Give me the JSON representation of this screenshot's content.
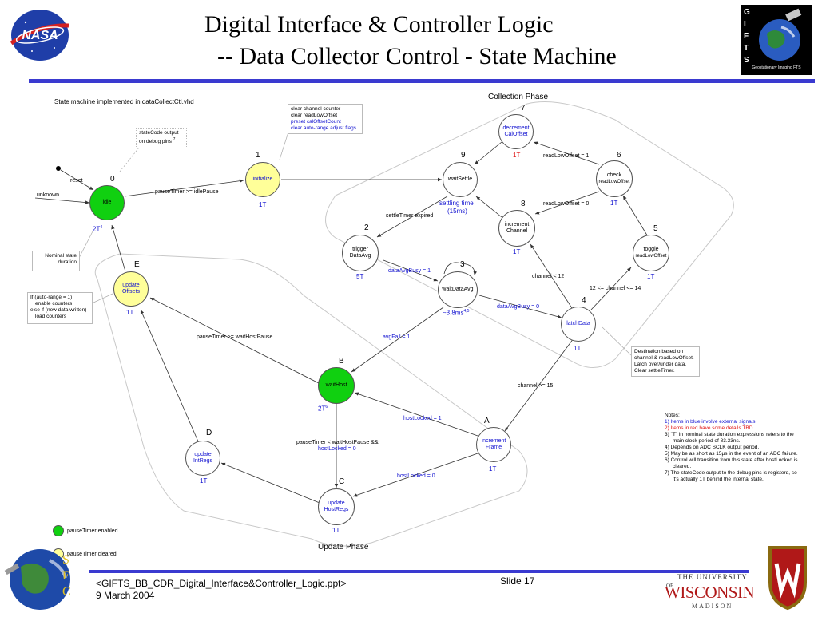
{
  "header": {
    "title_line1": "Digital Interface & Controller Logic",
    "title_line2": "-- Data Collector Control - State Machine",
    "left_logo_text": "NASA",
    "right_logo_text": "G I F T S",
    "right_logo_caption": "Geostationary Imaging FTS"
  },
  "diagram": {
    "implemented_note": "State machine implemented in dataCollectCtl.vhd",
    "collection_phase": "Collection Phase",
    "update_phase": "Update Phase",
    "states": {
      "idle": {
        "id": "0",
        "name": "idle",
        "dur": "2T",
        "dur_sup": "4"
      },
      "initialize": {
        "id": "1",
        "name": "initialize",
        "dur": "1T"
      },
      "waitSettle": {
        "id": "9",
        "name": "waitSettle",
        "dur_a": "settling time",
        "dur_b": "(15ms)"
      },
      "decrementCal": {
        "id": "7",
        "name_a": "decrement",
        "name_b": "CalOffset",
        "dur": "1T"
      },
      "checkRead": {
        "id": "6",
        "name_a": "check",
        "name_b": "readLowOffset",
        "dur": "1T"
      },
      "incrementChan": {
        "id": "8",
        "name_a": "increment",
        "name_b": "Channel",
        "dur": "1T"
      },
      "trigger": {
        "id": "2",
        "name_a": "trigger",
        "name_b": "DataAvg",
        "dur": "5T"
      },
      "waitDataAvg": {
        "id": "3",
        "name": "waitDataAvg",
        "dur": "~3.8ms",
        "dur_sup": "4,5"
      },
      "toggle": {
        "id": "5",
        "name_a": "toggle",
        "name_b": "readLowOffset",
        "dur": "1T"
      },
      "latchData": {
        "id": "4",
        "name": "latchData",
        "dur": "1T"
      },
      "updateOffsets": {
        "id": "E",
        "name_a": "update",
        "name_b": "Offsets",
        "dur": "1T"
      },
      "waitHost": {
        "id": "B",
        "name": "waitHost",
        "dur": "2T",
        "dur_sup": "6"
      },
      "incrementFrame": {
        "id": "A",
        "name_a": "increment",
        "name_b": "Frame",
        "dur": "1T"
      },
      "updateIntRegs": {
        "id": "D",
        "name_a": "update",
        "name_b": "IntRegs",
        "dur": "1T"
      },
      "updateHostRegs": {
        "id": "C",
        "name_a": "update",
        "name_b": "HostRegs",
        "dur": "1T"
      }
    },
    "transitions": {
      "reset": "reset",
      "unknown": "unknown",
      "idle_to_init": "pauseTimer >= idlePause",
      "settle_expired": "settleTimer expired",
      "busy1": "dataAvgBusy = 1",
      "busy0": "dataAvgBusy = 0",
      "read1": "readLowOffset = 1",
      "read0": "readLowOffset = 0",
      "chan_lt12": "channel < 12",
      "chan_12_14": "12 <= channel <= 14",
      "chan_ge15": "channel >= 15",
      "avg_fail": "avgFail = 1",
      "pause_waithost": "pauseTimer >= waitHostPause",
      "hostlocked1": "hostLocked = 1",
      "hostlocked0": "hostLocked = 0",
      "pause_lt_a": "pauseTimer < waitHostPause &&",
      "pause_lt_b": "hostLocked = 0"
    },
    "notes": {
      "init_actions": [
        "clear channel counter",
        "clear readLowOffset",
        "preset calOffsetCount",
        "clear auto-range adjust flags"
      ],
      "statecode": [
        "stateCode output",
        "on debug pins"
      ],
      "statecode_sup": "7",
      "nominal": [
        "Nominal state",
        "duration"
      ],
      "autorange": [
        "If (auto-range = 1)",
        "   enable counters",
        "else if (new data written)",
        "   load counters"
      ],
      "destination": [
        "Destination based on",
        "channel & readLowOffset.",
        "Latch over/under data.",
        "Clear settleTimer."
      ]
    },
    "footnotes": {
      "title": "Notes:",
      "n1": "1) Items in blue involve external signals.",
      "n2": "2) Items in red have some details TBD.",
      "n3a": "3) \"T\" in nominal state duration expressions refers to the",
      "n3b": "main clock period of 83.33ns.",
      "n4": "4) Depends on ADC SCLK output period.",
      "n5a": "5) May be as short as 15µs in the event of an ADC failure.",
      "n6a": "6) Control will transition from this state after hostLocked is",
      "n6b": "cleared.",
      "n7a": "7) The stateCode output to the debug pins is registerd, so",
      "n7b": "it's actually 1T behind the internal state."
    },
    "legend": {
      "enabled": "pauseTimer enabled",
      "cleared": "pauseTimer cleared"
    }
  },
  "footer": {
    "file": "<GIFTS_BB_CDR_Digital_Interface&Controller_Logic.ppt>",
    "date": "9 March 2004",
    "slide": "Slide 17",
    "sec_logo": "SEC",
    "uw_line1": "THE UNIVERSITY",
    "uw_line2": "WISCONSIN",
    "uw_of": "OF",
    "uw_line3": "MADISON"
  },
  "colors": {
    "rule": "#3a3ad0",
    "green": "#10d010",
    "yellow": "#ffff99",
    "blue_text": "#1010d0",
    "uw_red": "#b01818"
  }
}
